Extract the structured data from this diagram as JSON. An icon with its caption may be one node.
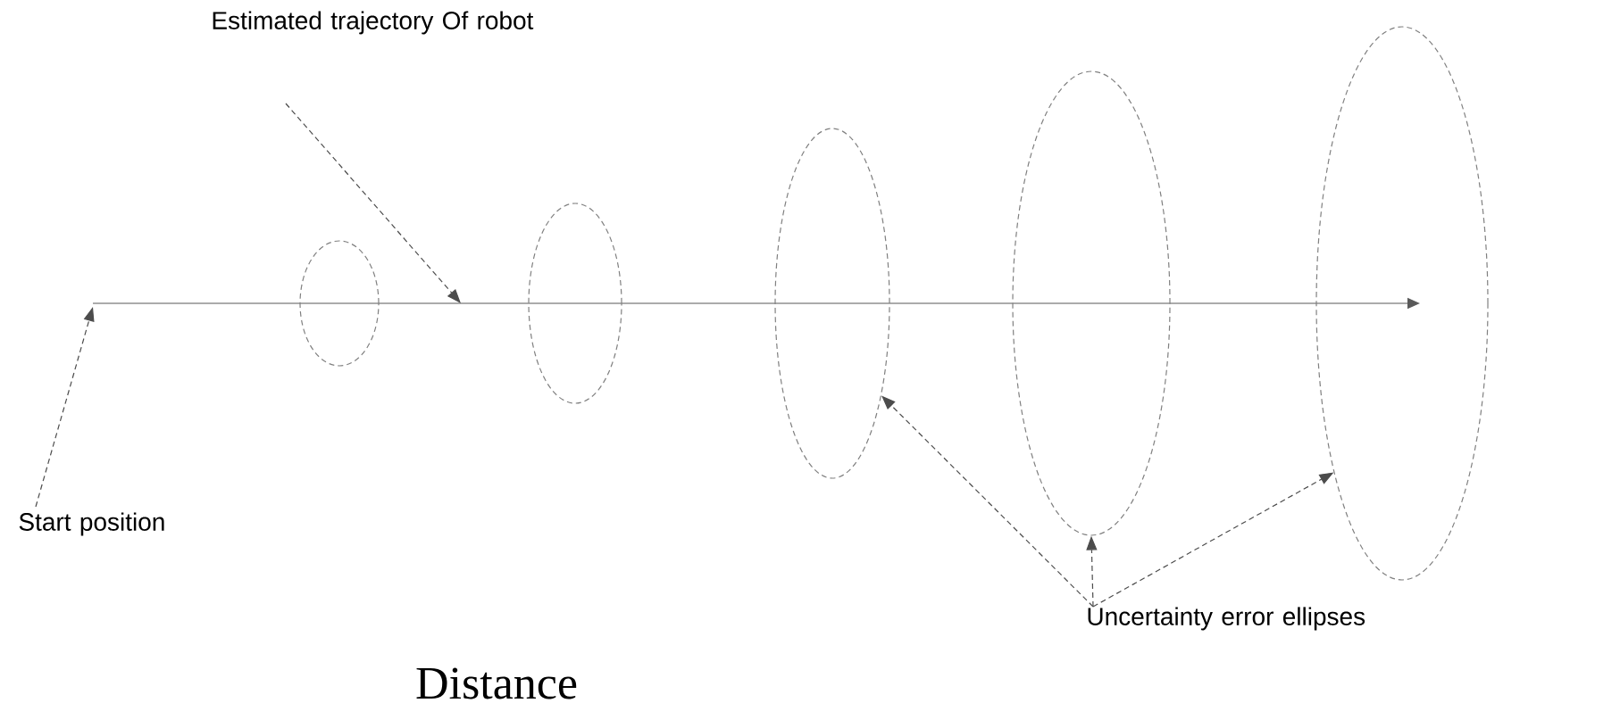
{
  "diagram": {
    "nodes": [
      {
        "text": [
          "Estimated trajectory Of robot"
        ]
      },
      {
        "text": [
          "Start position"
        ]
      },
      {
        "text": [],
        "shape": "ellipse"
      },
      {
        "text": [],
        "shape": "ellipse"
      },
      {
        "text": [],
        "shape": "ellipse"
      },
      {
        "text": [],
        "shape": "ellipse"
      },
      {
        "text": [],
        "shape": "ellipse"
      },
      {
        "text": [
          "Uncertainty error ellipses"
        ]
      }
    ],
    "edges": [
      {
        "from": 0,
        "to": null,
        "arrow": "to",
        "style": "dashed"
      },
      {
        "from": 1,
        "to": null,
        "arrow": "to",
        "style": "dashed"
      },
      {
        "from": 7,
        "to": 4,
        "arrow": "to",
        "style": "dashed"
      },
      {
        "from": 7,
        "to": 5,
        "arrow": "to",
        "style": "dashed"
      },
      {
        "from": 7,
        "to": 6,
        "arrow": "to",
        "style": "dashed"
      }
    ],
    "labels": [
      "Distance"
    ]
  }
}
